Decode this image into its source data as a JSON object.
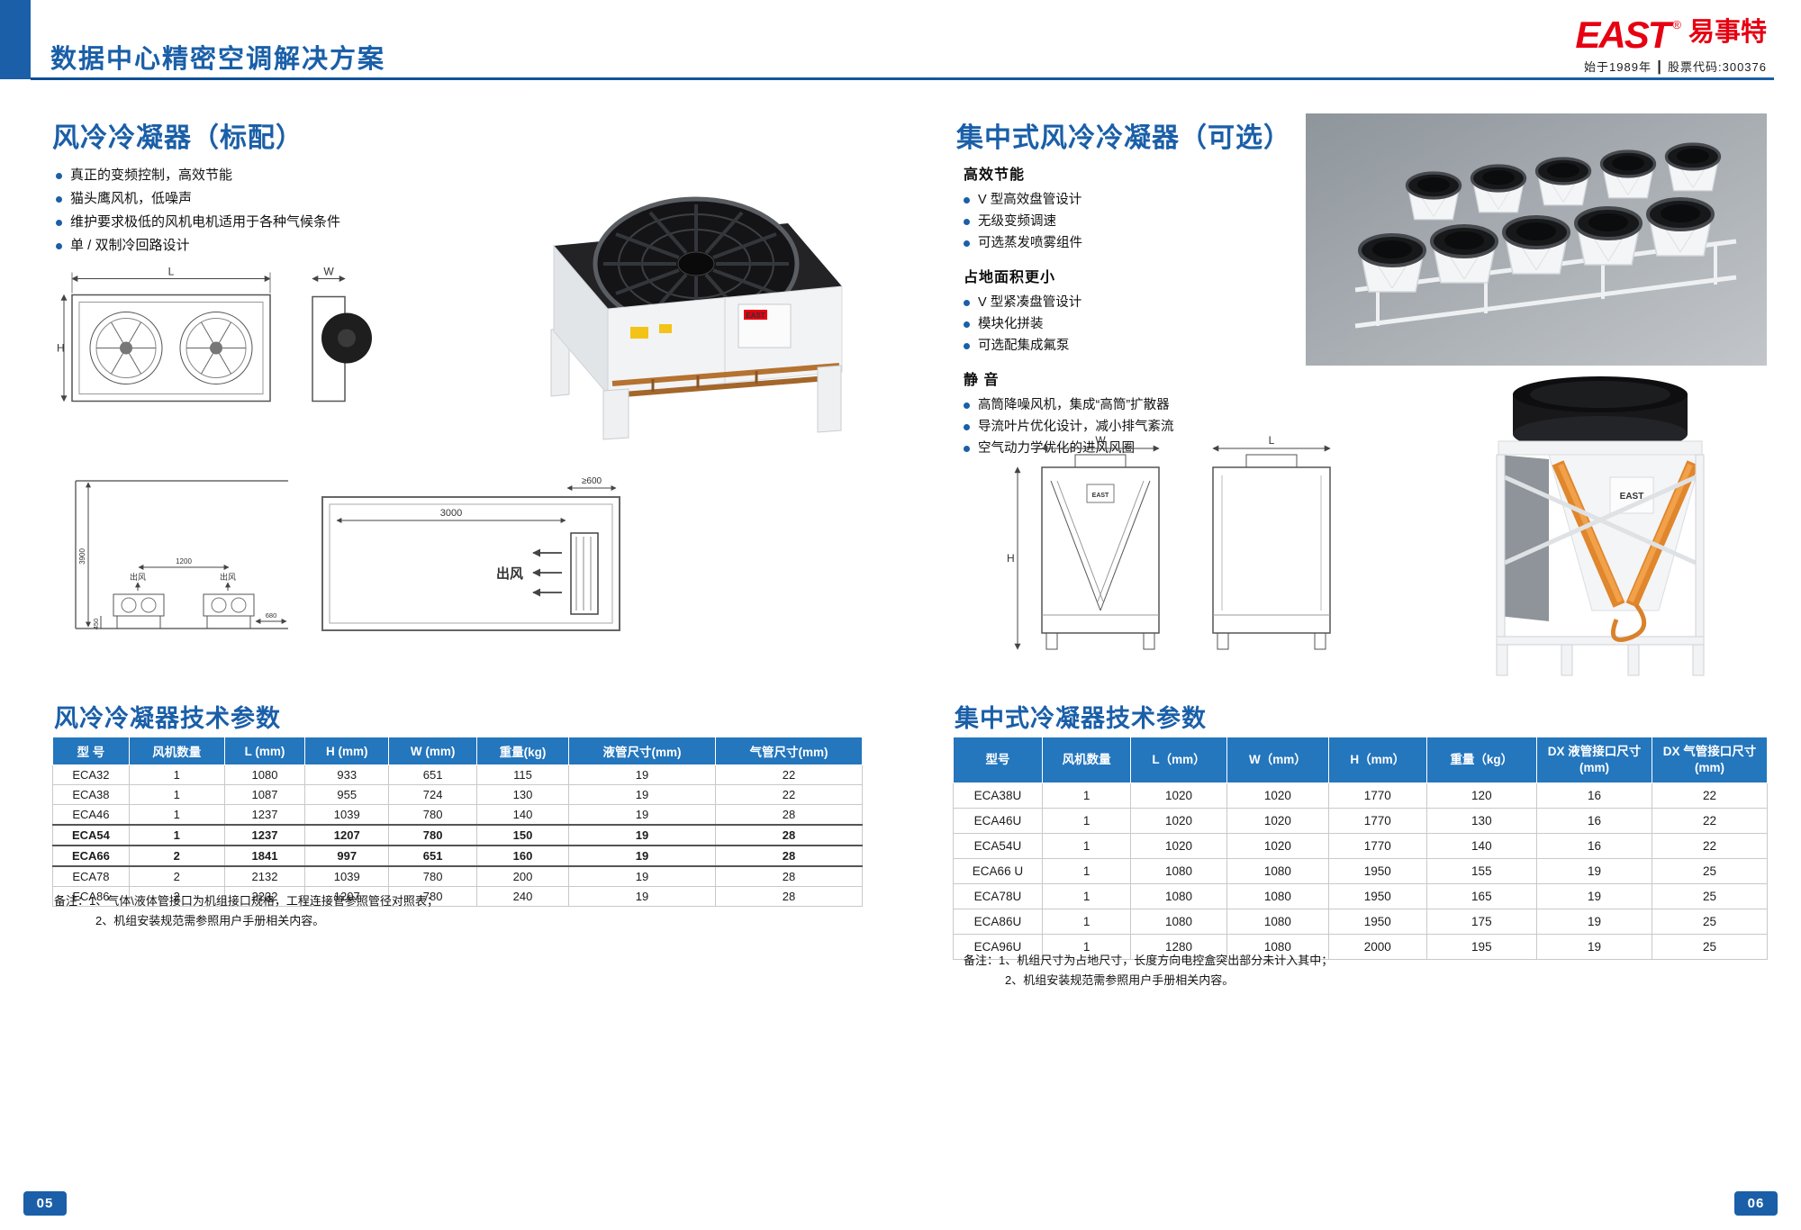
{
  "colors": {
    "accent": "#1a5fa8",
    "table_header": "#2476bd",
    "logo_red": "#e60012"
  },
  "header": {
    "title": "数据中心精密空调解决方案",
    "logo": {
      "name": "EAST",
      "reg": "®",
      "cn": "易事特",
      "tagline": "始于1989年 ┃ 股票代码:300376"
    }
  },
  "left_page": {
    "section_title": "风冷冷凝器（标配）",
    "bullets": [
      "真正的变频控制，高效节能",
      "猫头鹰风机，低噪声",
      "维护要求极低的风机电机适用于各种气候条件",
      "单 / 双制冷回路设计"
    ],
    "drawing": {
      "l": "L",
      "w": "W",
      "h": "H"
    },
    "install": {
      "width": "3000",
      "clearance": "≥600",
      "outlet": "出风",
      "outlet_small_1": "出风",
      "outlet_small_2": "出风",
      "gap": "1200",
      "height": "3900",
      "base": "450",
      "side": "680"
    },
    "table_title": "风冷冷凝器技术参数",
    "table": {
      "headers": [
        "型  号",
        "风机数量",
        "L (mm)",
        "H (mm)",
        "W (mm)",
        "重量(kg)",
        "液管尺寸(mm)",
        "气管尺寸(mm)"
      ],
      "rows": [
        [
          "ECA32",
          "1",
          "1080",
          "933",
          "651",
          "115",
          "19",
          "22"
        ],
        [
          "ECA38",
          "1",
          "1087",
          "955",
          "724",
          "130",
          "19",
          "22"
        ],
        [
          "ECA46",
          "1",
          "1237",
          "1039",
          "780",
          "140",
          "19",
          "28"
        ],
        [
          "ECA54",
          "1",
          "1237",
          "1207",
          "780",
          "150",
          "19",
          "28"
        ],
        [
          "ECA66",
          "2",
          "1841",
          "997",
          "651",
          "160",
          "19",
          "28"
        ],
        [
          "ECA78",
          "2",
          "2132",
          "1039",
          "780",
          "200",
          "19",
          "28"
        ],
        [
          "ECA86",
          "2",
          "2232",
          "1207",
          "780",
          "240",
          "19",
          "28"
        ]
      ],
      "bold_rows": [
        3,
        4
      ]
    },
    "notes": {
      "line1": "备注：1、气体\\液体管接口为机组接口规格，工程连接管参照管径对照表；",
      "line2": "2、机组安装规范需参照用户手册相关内容。"
    },
    "page_number": "05"
  },
  "right_page": {
    "section_title": "集中式风冷冷凝器（可选）",
    "features": [
      {
        "heading": "高效节能",
        "items": [
          "V 型高效盘管设计",
          "无级变频调速",
          "可选蒸发喷雾组件"
        ]
      },
      {
        "heading": "占地面积更小",
        "items": [
          "V 型紧凑盘管设计",
          "模块化拼装",
          "可选配集成氟泵"
        ]
      },
      {
        "heading": "静  音",
        "items": [
          "高筒降噪风机，集成“高筒”扩散器",
          "导流叶片优化设计，减小排气紊流",
          "空气动力学优化的进风风圈"
        ]
      }
    ],
    "drawing": {
      "w": "W",
      "l": "L",
      "h": "H"
    },
    "product_logo": "EAST",
    "table_title": "集中式冷凝器技术参数",
    "table": {
      "headers": [
        "型号",
        "风机数量",
        "L（mm）",
        "W（mm）",
        "H（mm）",
        "重量（kg）",
        "DX 液管接口尺寸(mm)",
        "DX 气管接口尺寸(mm)"
      ],
      "rows": [
        [
          "ECA38U",
          "1",
          "1020",
          "1020",
          "1770",
          "120",
          "16",
          "22"
        ],
        [
          "ECA46U",
          "1",
          "1020",
          "1020",
          "1770",
          "130",
          "16",
          "22"
        ],
        [
          "ECA54U",
          "1",
          "1020",
          "1020",
          "1770",
          "140",
          "16",
          "22"
        ],
        [
          "ECA66 U",
          "1",
          "1080",
          "1080",
          "1950",
          "155",
          "19",
          "25"
        ],
        [
          "ECA78U",
          "1",
          "1080",
          "1080",
          "1950",
          "165",
          "19",
          "25"
        ],
        [
          "ECA86U",
          "1",
          "1080",
          "1080",
          "1950",
          "175",
          "19",
          "25"
        ],
        [
          "ECA96U",
          "1",
          "1280",
          "1080",
          "2000",
          "195",
          "19",
          "25"
        ]
      ],
      "bold_rows": []
    },
    "notes": {
      "line1": "备注：1、机组尺寸为占地尺寸，长度方向电控盒突出部分未计入其中；",
      "line2": "2、机组安装规范需参照用户手册相关内容。"
    },
    "page_number": "06"
  }
}
